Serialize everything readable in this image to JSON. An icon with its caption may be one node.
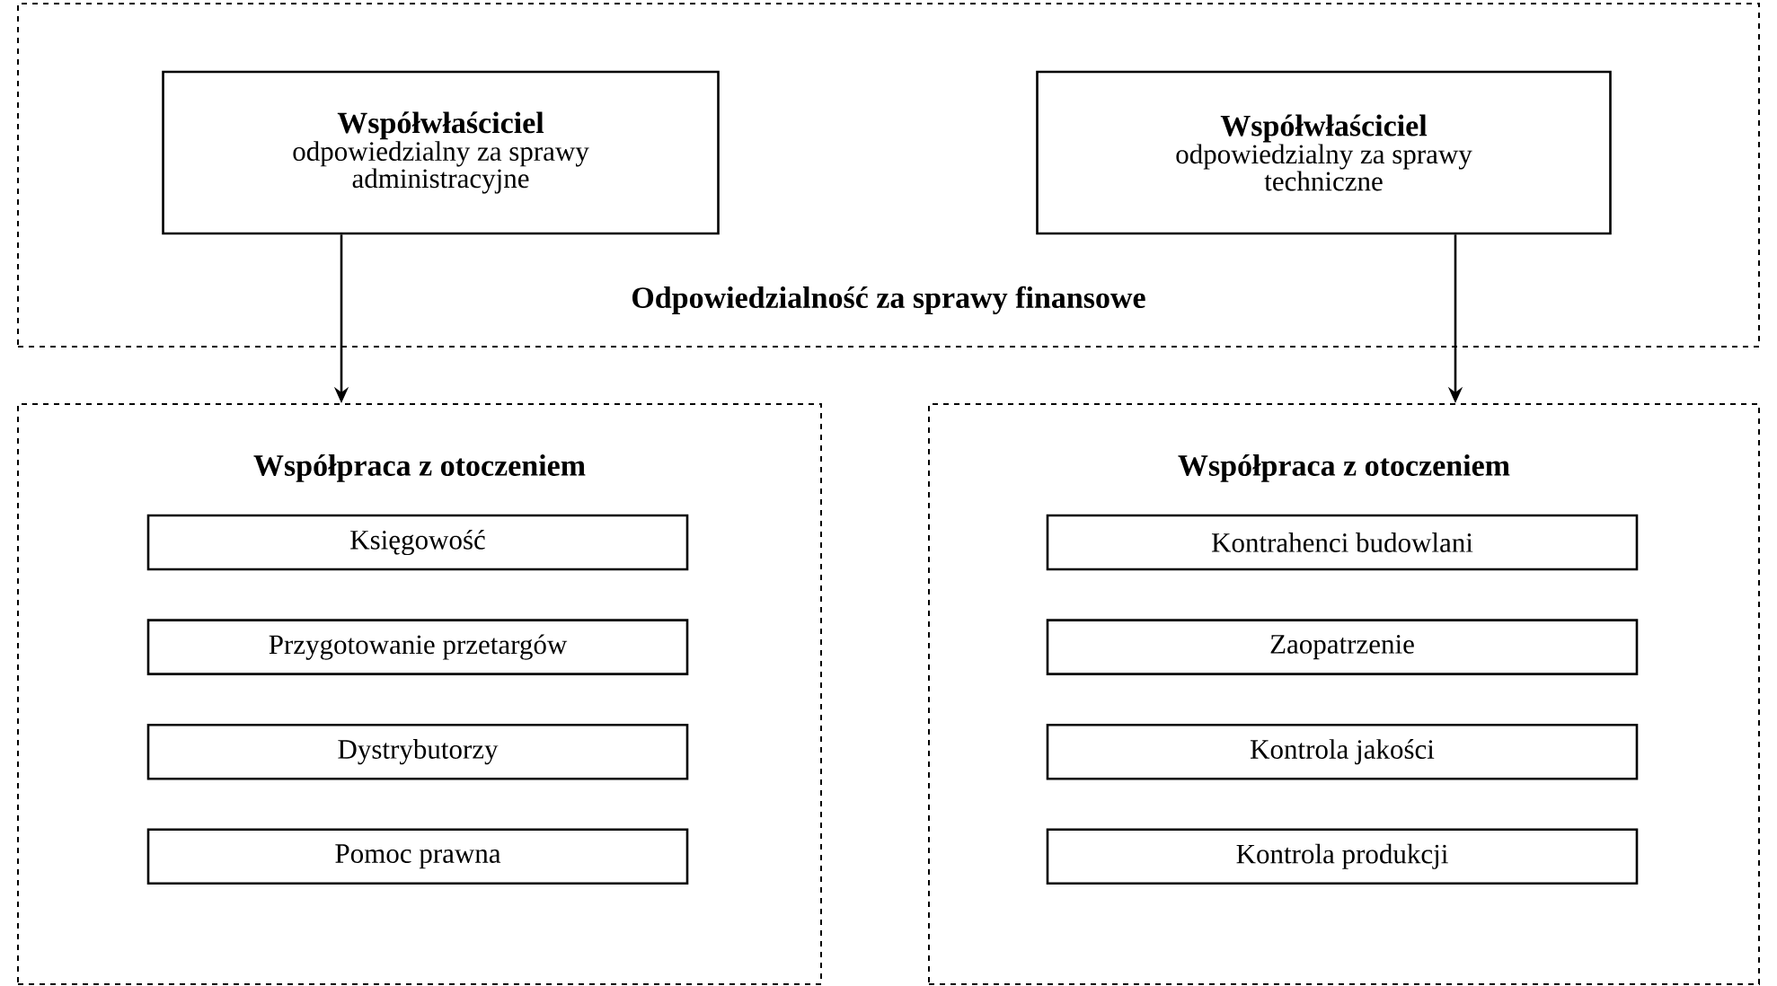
{
  "diagram": {
    "nodes": [
      {
        "text": [
          "Odpowiedzialność za sprawy finansowe"
        ]
      },
      {
        "text": [
          "Współwłaściciel",
          "odpowiedzialny za sprawy administracyjne"
        ],
        "in": 0
      },
      {
        "text": [
          "Współwłaściciel",
          "odpowiedzialny za sprawy techniczne"
        ],
        "in": 0
      },
      {
        "text": [
          "Współpraca z otoczeniem"
        ]
      },
      {
        "text": [
          "Księgowość"
        ],
        "in": 3
      },
      {
        "text": [
          "Przygotowanie przetargów"
        ],
        "in": 3
      },
      {
        "text": [
          "Dystrybutorzy"
        ],
        "in": 3
      },
      {
        "text": [
          "Pomoc prawna"
        ],
        "in": 3
      },
      {
        "text": [
          "Współpraca z otoczeniem"
        ]
      },
      {
        "text": [
          "Kontrahenci budowlani"
        ],
        "in": 8
      },
      {
        "text": [
          "Zaopatrzenie"
        ],
        "in": 8
      },
      {
        "text": [
          "Kontrola jakości"
        ],
        "in": 8
      },
      {
        "text": [
          "Kontrola produkcji"
        ],
        "in": 8
      }
    ],
    "edges": [
      {
        "from": 1,
        "to": 3,
        "arrow": "to"
      },
      {
        "from": 2,
        "to": 8,
        "arrow": "to"
      }
    ]
  }
}
